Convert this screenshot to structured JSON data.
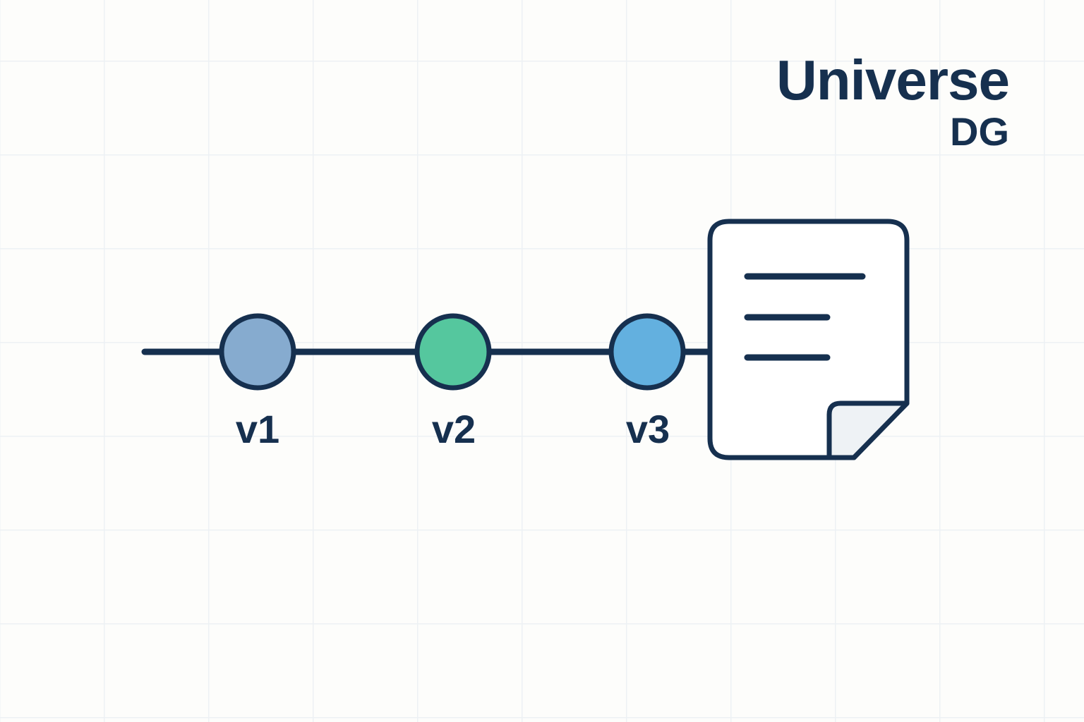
{
  "brand": {
    "name": "Universe",
    "subtitle": "DG"
  },
  "versions": [
    {
      "label": "v1",
      "color": "#86abcf"
    },
    {
      "label": "v2",
      "color": "#55c79e"
    },
    {
      "label": "v3",
      "color": "#63b0df"
    }
  ],
  "colors": {
    "ink": "#16304f",
    "page_fill": "#ffffff",
    "fold_fill": "#eef2f5"
  },
  "document_icon": "document-icon"
}
